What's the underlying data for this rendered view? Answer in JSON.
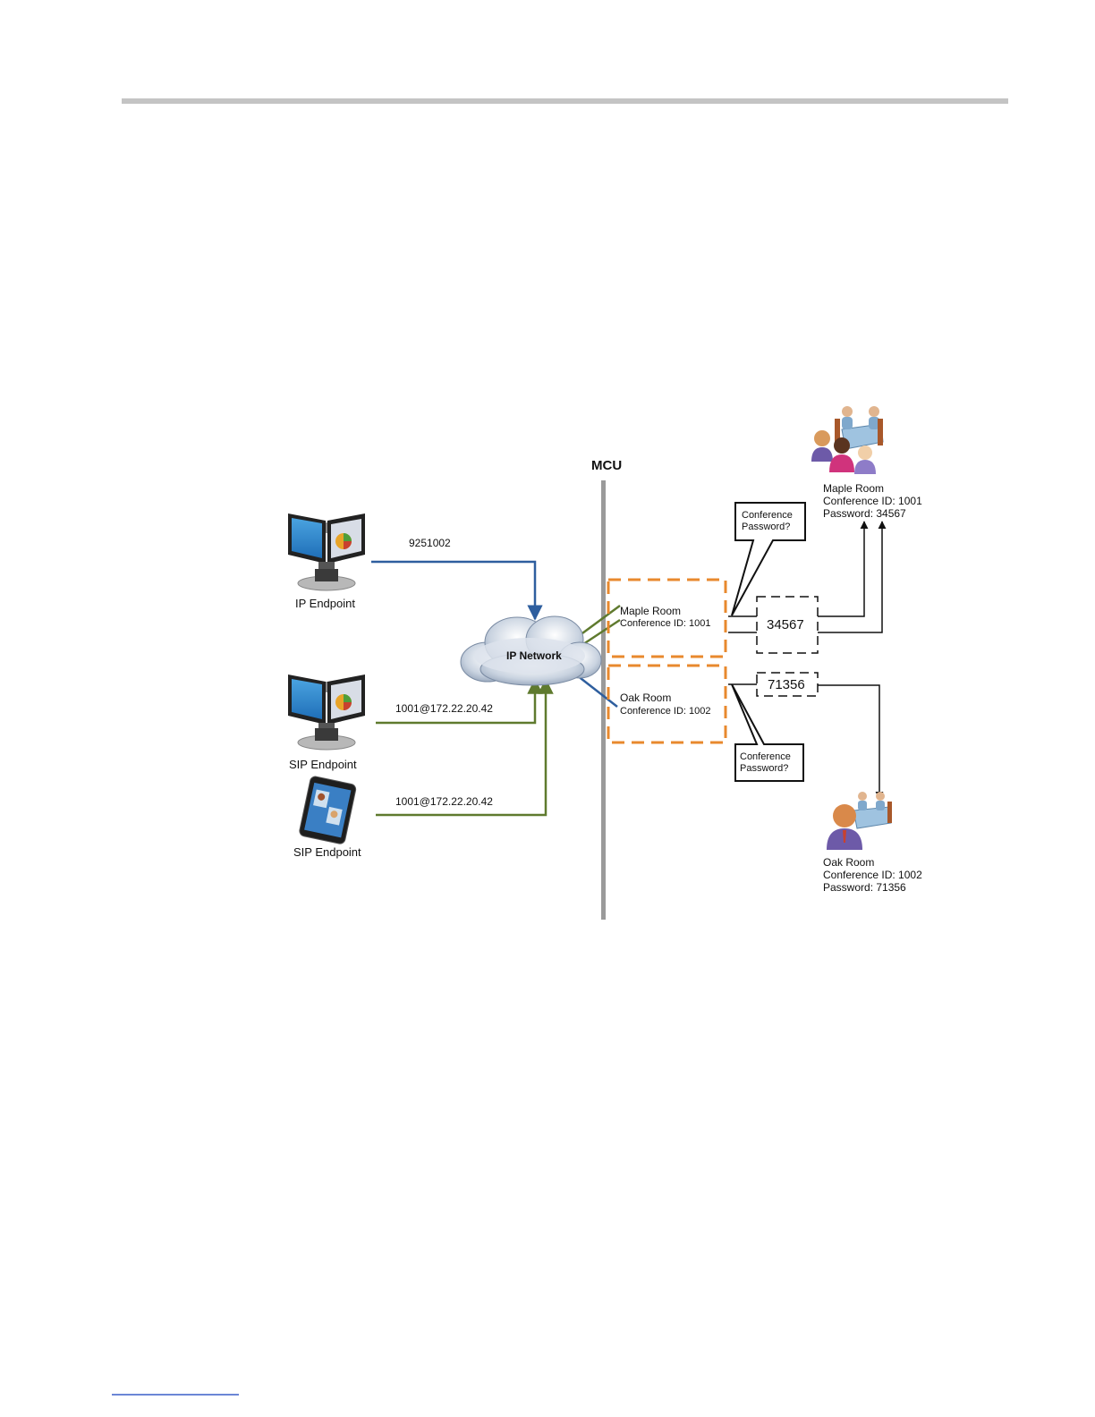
{
  "mcu_label": "MCU",
  "network_label": "IP Network",
  "endpoints": [
    {
      "label": "IP Endpoint",
      "dial_string": "9251002"
    },
    {
      "label": "SIP Endpoint",
      "dial_string": "1001@172.22.20.42"
    },
    {
      "label": "SIP Endpoint",
      "dial_string": "1001@172.22.20.42"
    }
  ],
  "conferences": [
    {
      "name": "Maple Room",
      "id_line": "Conference ID: 1001",
      "password_entry": "34567",
      "prompt_line1": "Conference",
      "prompt_line2": "Password?"
    },
    {
      "name": "Oak Room",
      "id_line": "Conference ID: 1002",
      "password_entry": "71356",
      "prompt_line1": "Conference",
      "prompt_line2": "Password?"
    }
  ],
  "rooms": [
    {
      "name": "Maple Room",
      "id_line": "Conference ID: 1001",
      "password_line": "Password: 34567"
    },
    {
      "name": "Oak Room",
      "id_line": "Conference ID: 1002",
      "password_line": "Password: 71356"
    }
  ],
  "colors": {
    "blue_link": "#2e5e9e",
    "green_link": "#5f7a2e",
    "orange_dash": "#e8892e",
    "mcu_bar": "#9a9a9a",
    "header_rule": "#c4c4c4"
  },
  "icons": [
    "video-endpoint-icon",
    "tablet-endpoint-icon",
    "cloud-icon",
    "meeting-room-icon"
  ]
}
